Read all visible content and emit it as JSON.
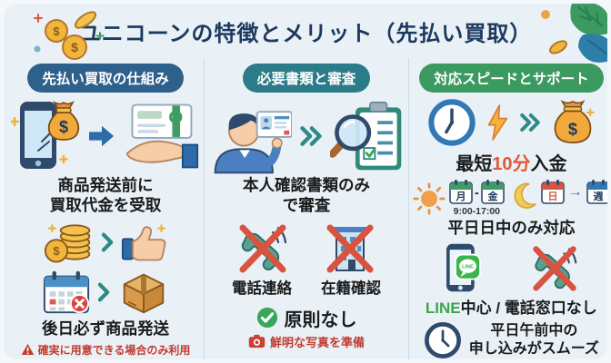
{
  "header": {
    "title": "ユニコーンの特徴とメリット（先払い買取）"
  },
  "glyphs": {
    "dollar": "$",
    "arrow_right": "→",
    "dash": "-"
  },
  "columns": [
    {
      "pill": "先払い買取の仕組み",
      "caption_top_line1": "商品発送前に",
      "caption_top_line2": "買取代金を受取",
      "caption_bottom": "後日必ず商品発送",
      "warning": "確実に用意できる場合のみ利用"
    },
    {
      "pill": "必要書類と審査",
      "caption_top_line1": "本人確認書類のみ",
      "caption_top_line2": "で審査",
      "label_phone": "電話連絡",
      "label_employment": "在籍確認",
      "principle": "原則なし",
      "photo_note": "鮮明な写真を準備"
    },
    {
      "pill": "対応スピードとサポート",
      "deposit_prefix": "最短",
      "deposit_highlight": "10分",
      "deposit_suffix": "入金",
      "cal_monday": "月",
      "cal_friday": "金",
      "business_hours": "9:00-17:00",
      "cal_sunday": "日",
      "cal_week": "週",
      "weekday_caption": "平日日中のみ対応",
      "line_highlight": "LINE",
      "line_rest": "中心 / 電話窓口なし",
      "line_badge": "LINE",
      "smooth_line1": "平日午前中の",
      "smooth_line2": "申し込みがスムーズ"
    }
  ],
  "colors": {
    "pill_blue": "#2e608c",
    "pill_teal": "#2b7b89",
    "pill_green": "#3b9a60",
    "accent_red": "#c23b2e",
    "highlight_orange": "#e05a35",
    "line_green": "#3aa64d",
    "card_bg": "#e9f1f7"
  }
}
